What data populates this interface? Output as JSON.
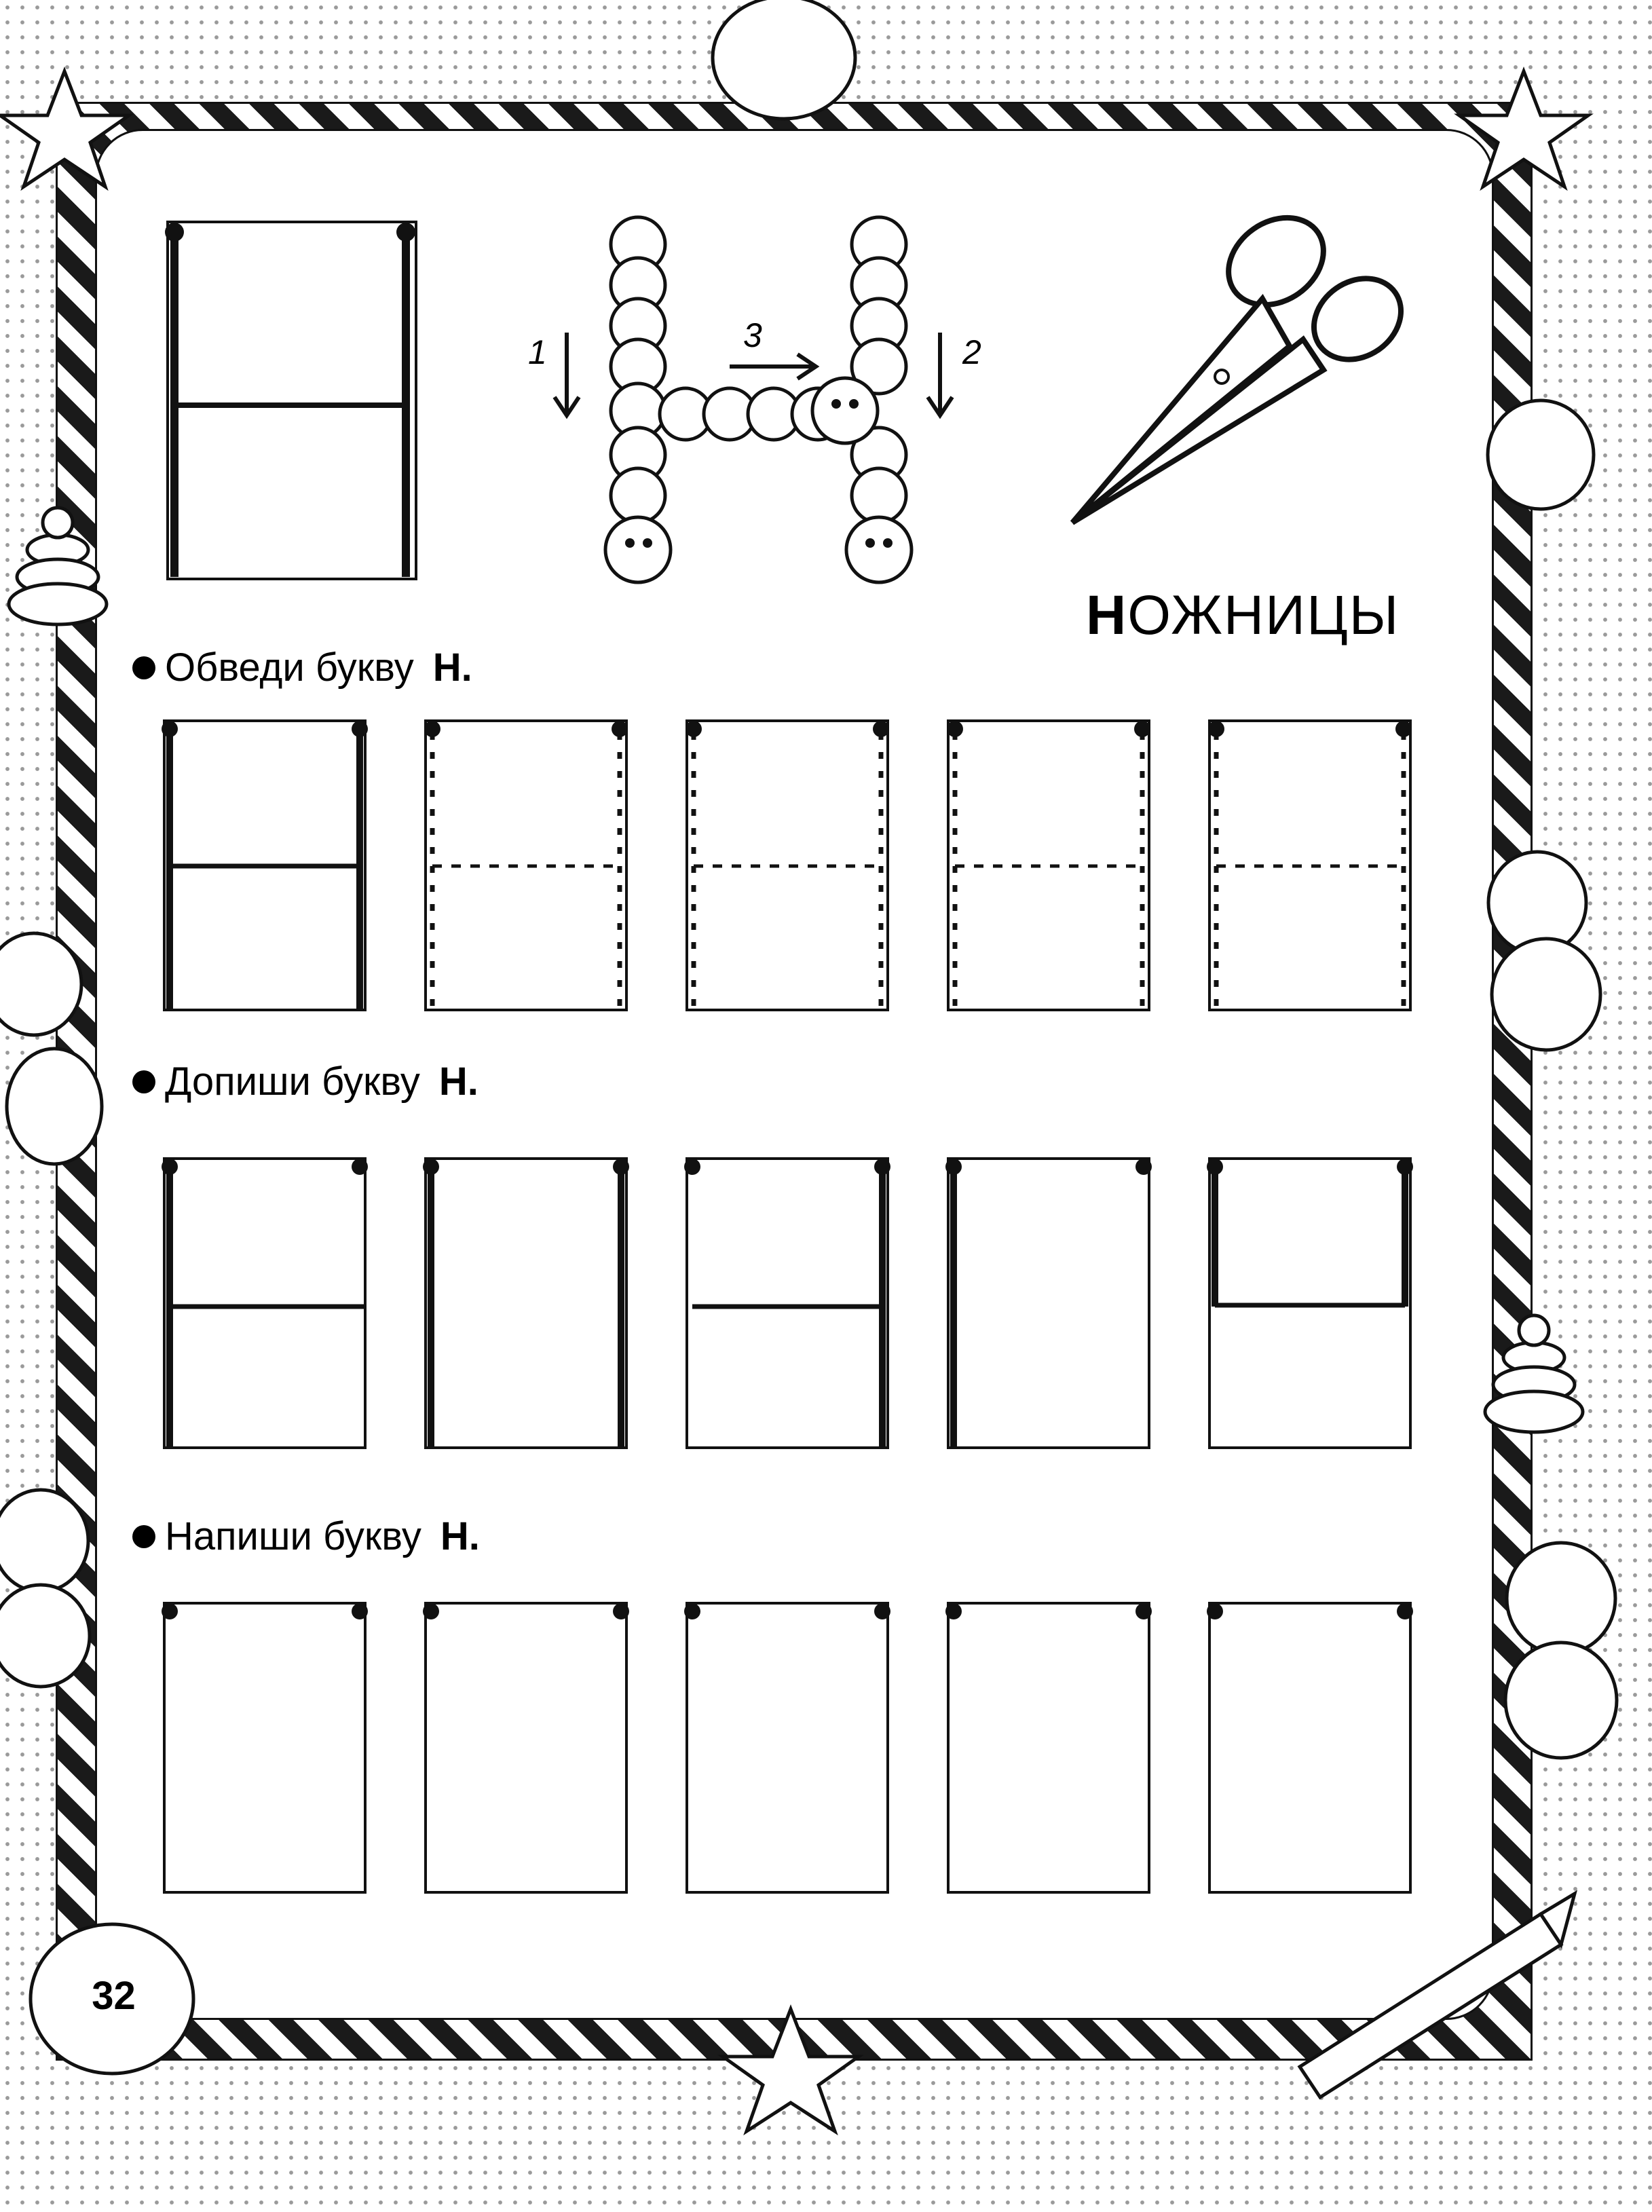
{
  "header": {
    "word_first_letter": "Н",
    "word_rest": "ОЖНИЦЫ",
    "stroke_order_labels": [
      "1",
      "2",
      "3"
    ]
  },
  "sections": [
    {
      "instruction": "Обведи букву",
      "letter": "Н."
    },
    {
      "instruction": "Допиши букву",
      "letter": "Н."
    },
    {
      "instruction": "Напиши букву",
      "letter": "Н."
    }
  ],
  "footer": {
    "page_number": "32"
  },
  "icons": [
    "balloon-icon",
    "star-icon",
    "scissors-icon",
    "caterpillar-letter-icon",
    "pyramid-toy-icon",
    "pencil-icon",
    "arrow-down-icon",
    "arrow-right-icon"
  ]
}
